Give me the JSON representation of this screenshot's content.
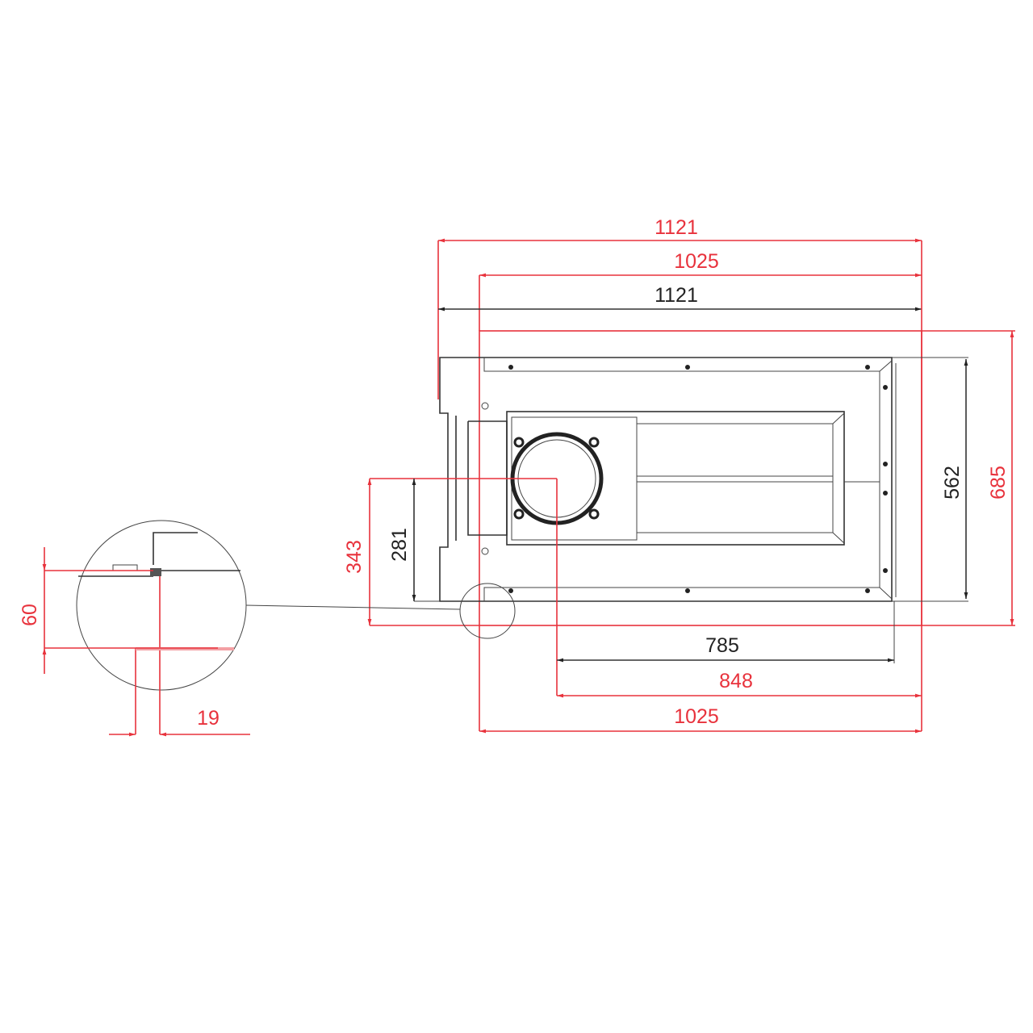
{
  "colors": {
    "dimension_red": "#e8323c",
    "outline_black": "#333333"
  },
  "dimensions": {
    "top_overall_width": "1121",
    "top_inner_width": "1025",
    "top_body_width": "1121",
    "right_body_height": "562",
    "right_overall_height": "685",
    "left_offset_red": "343",
    "left_offset_black": "281",
    "bottom_785": "785",
    "bottom_848": "848",
    "bottom_1025": "1025",
    "detail_height": "60",
    "detail_width": "19"
  }
}
